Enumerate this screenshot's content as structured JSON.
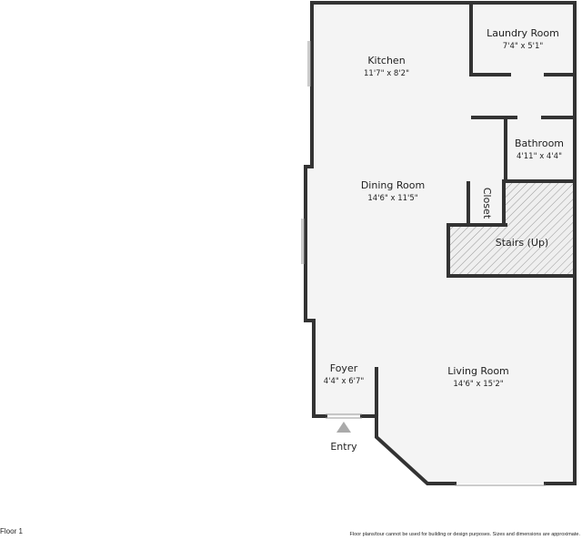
{
  "rooms": {
    "laundry": {
      "name": "Laundry Room",
      "dims": "7'4\" x 5'1\""
    },
    "kitchen": {
      "name": "Kitchen",
      "dims": "11'7\" x 8'2\""
    },
    "bathroom": {
      "name": "Bathroom",
      "dims": "4'11\" x 4'4\""
    },
    "dining": {
      "name": "Dining Room",
      "dims": "14'6\" x 11'5\""
    },
    "closet": {
      "name": "Closet"
    },
    "stairs": {
      "name": "Stairs (Up)"
    },
    "foyer": {
      "name": "Foyer",
      "dims": "4'4\" x 6'7\""
    },
    "living": {
      "name": "Living Room",
      "dims": "14'6\" x 15'2\""
    }
  },
  "entry": {
    "label": "Entry"
  },
  "footer": {
    "floor_label": "Floor 1",
    "disclaimer": "Floor plans/tour cannot be used for building or design purposes. Sizes and dimensions are approximate."
  },
  "colors": {
    "wall": "#333333",
    "floor": "#f4f4f4",
    "hatch": "#999999",
    "entry_marker": "#aaaaaa"
  }
}
